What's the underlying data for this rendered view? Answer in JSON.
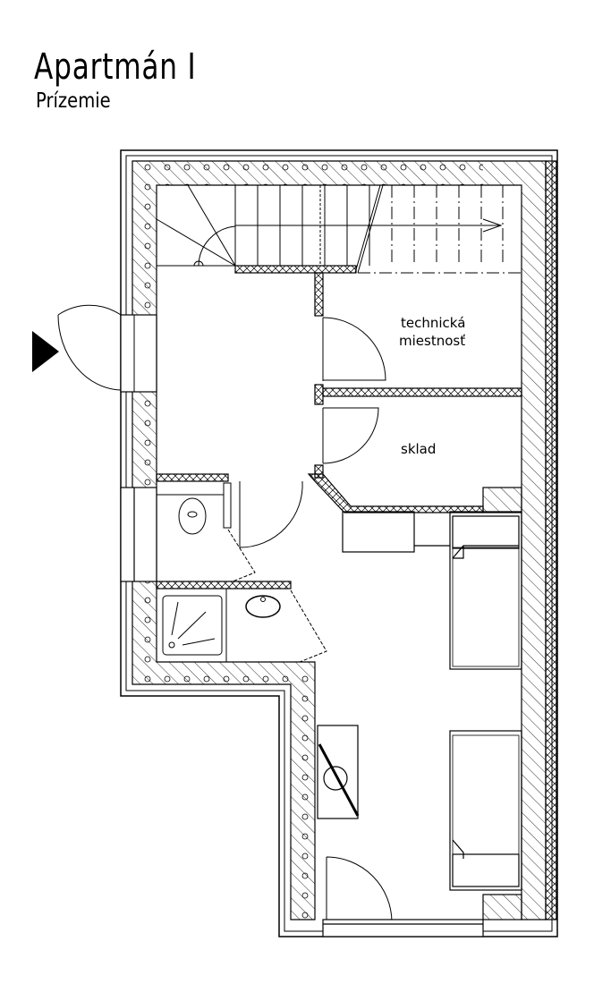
{
  "header": {
    "title": "Apartmán I",
    "subtitle": "Prízemie"
  },
  "rooms": {
    "technical_line1": "technická",
    "technical_line2": "miestnosť",
    "storage": "sklad"
  },
  "colors": {
    "line": "#000000",
    "background": "#ffffff"
  }
}
